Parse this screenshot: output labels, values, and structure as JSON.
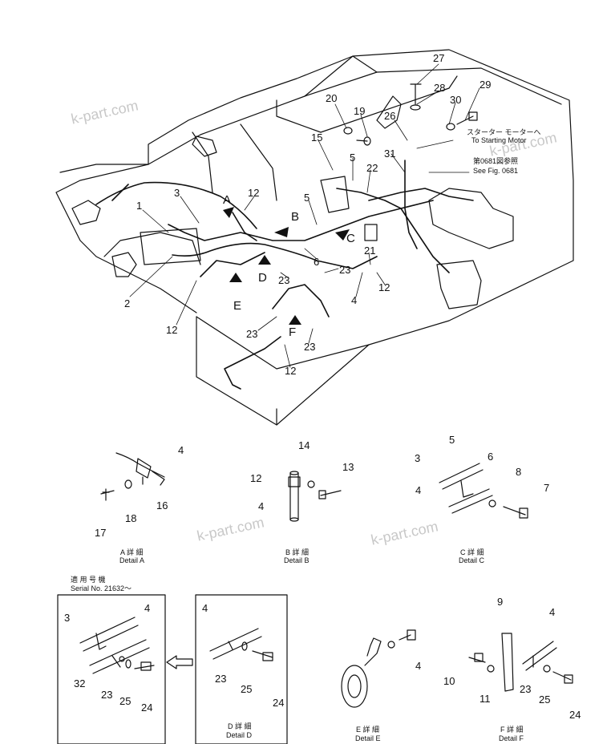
{
  "watermark": "k-part.com",
  "arrows": {
    "A": "A",
    "B": "B",
    "C": "C",
    "D": "D",
    "E": "E",
    "F": "F"
  },
  "notes": {
    "starter_jp": "スターター モーターへ",
    "starter_en": "To Starting Motor",
    "fig_jp": "第0681図参照",
    "fig_en": "See Fig. 0681",
    "serial_jp": "適 用 号 機",
    "serial_en": "Serial No. 21632～"
  },
  "captions": {
    "a_jp": "A 詳 細",
    "a_en": "Detail A",
    "b_jp": "B 詳 細",
    "b_en": "Detail B",
    "c_jp": "C 詳 細",
    "c_en": "Detail C",
    "d_jp": "D 詳 細",
    "d_en": "Detail D",
    "e_jp": "E 詳 細",
    "e_en": "Detail E",
    "f_jp": "F 詳 細",
    "f_en": "Detail F"
  },
  "callouts": {
    "n27": "27",
    "n28": "28",
    "n29": "29",
    "n30": "30",
    "n20": "20",
    "n19": "19",
    "n26": "26",
    "n15": "15",
    "n31": "31",
    "n5a": "5",
    "n22": "22",
    "n1": "1",
    "n3": "3",
    "n12a": "12",
    "n5b": "5",
    "n2": "2",
    "n21": "21",
    "n6": "6",
    "n23a": "23",
    "n23b": "23",
    "n12b": "12",
    "n4a": "4",
    "n12c": "12",
    "n23c": "23",
    "n23d": "23",
    "n12d": "12",
    "a4": "4",
    "a16": "16",
    "a18": "18",
    "a17": "17",
    "b14": "14",
    "b12": "12",
    "b13": "13",
    "b4": "4",
    "c5": "5",
    "c3": "3",
    "c6": "6",
    "c8": "8",
    "c4": "4",
    "c7": "7",
    "s3": "3",
    "s4": "4",
    "s32": "32",
    "s23": "23",
    "s25": "25",
    "s24": "24",
    "d4": "4",
    "d23": "23",
    "d25": "25",
    "d24": "24",
    "e4": "4",
    "f9": "9",
    "f4": "4",
    "f10": "10",
    "f11": "11",
    "f23": "23",
    "f25": "25",
    "f24": "24"
  }
}
